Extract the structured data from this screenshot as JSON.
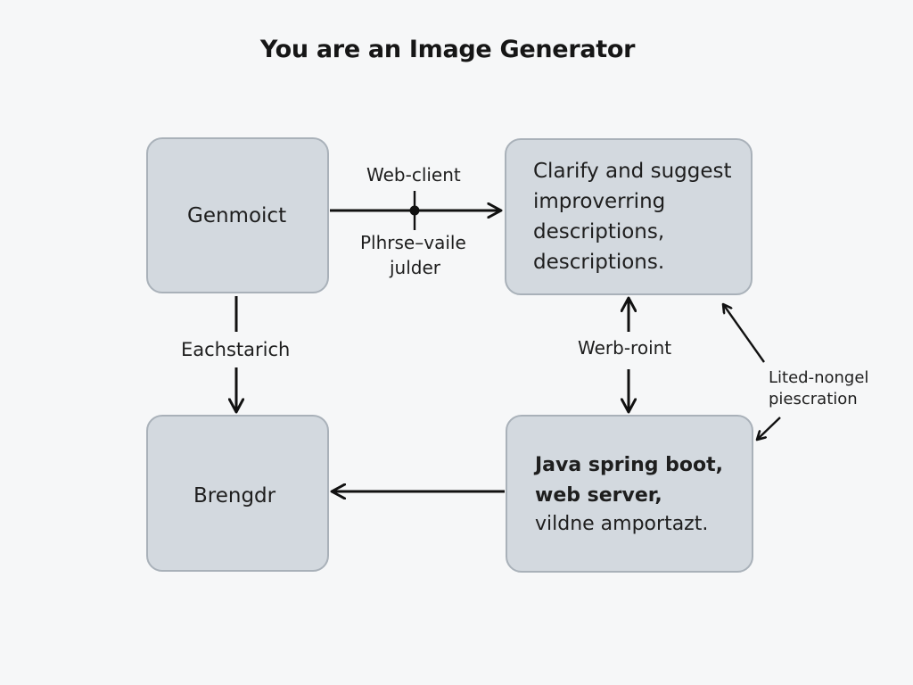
{
  "diagram": {
    "title": "You are an Image Generator",
    "nodes": {
      "genmoict": {
        "label": "Genmoict"
      },
      "clarify": {
        "lines": [
          "Clarify and suggest",
          "improverring",
          "descriptions,",
          "descriptions."
        ]
      },
      "brengdr": {
        "label": "Brengdr"
      },
      "java": {
        "lines": [
          "Java spring boot,",
          "web server,",
          "vildne amportazt."
        ]
      }
    },
    "edges": {
      "web_client": {
        "label": "Web-client"
      },
      "phrase_value": {
        "lines": [
          "Plhrse–vaile",
          "julder"
        ]
      },
      "eachstarich": {
        "label": "Eachstarich"
      },
      "werb_roint": {
        "label": "Werb-roint"
      },
      "lited": {
        "lines": [
          "Lited-nongel",
          "piescration"
        ]
      }
    },
    "colors": {
      "box_fill": "#d3d9df",
      "box_border": "#a9b1b9",
      "arrow": "#111111",
      "background": "#f6f7f8"
    }
  }
}
